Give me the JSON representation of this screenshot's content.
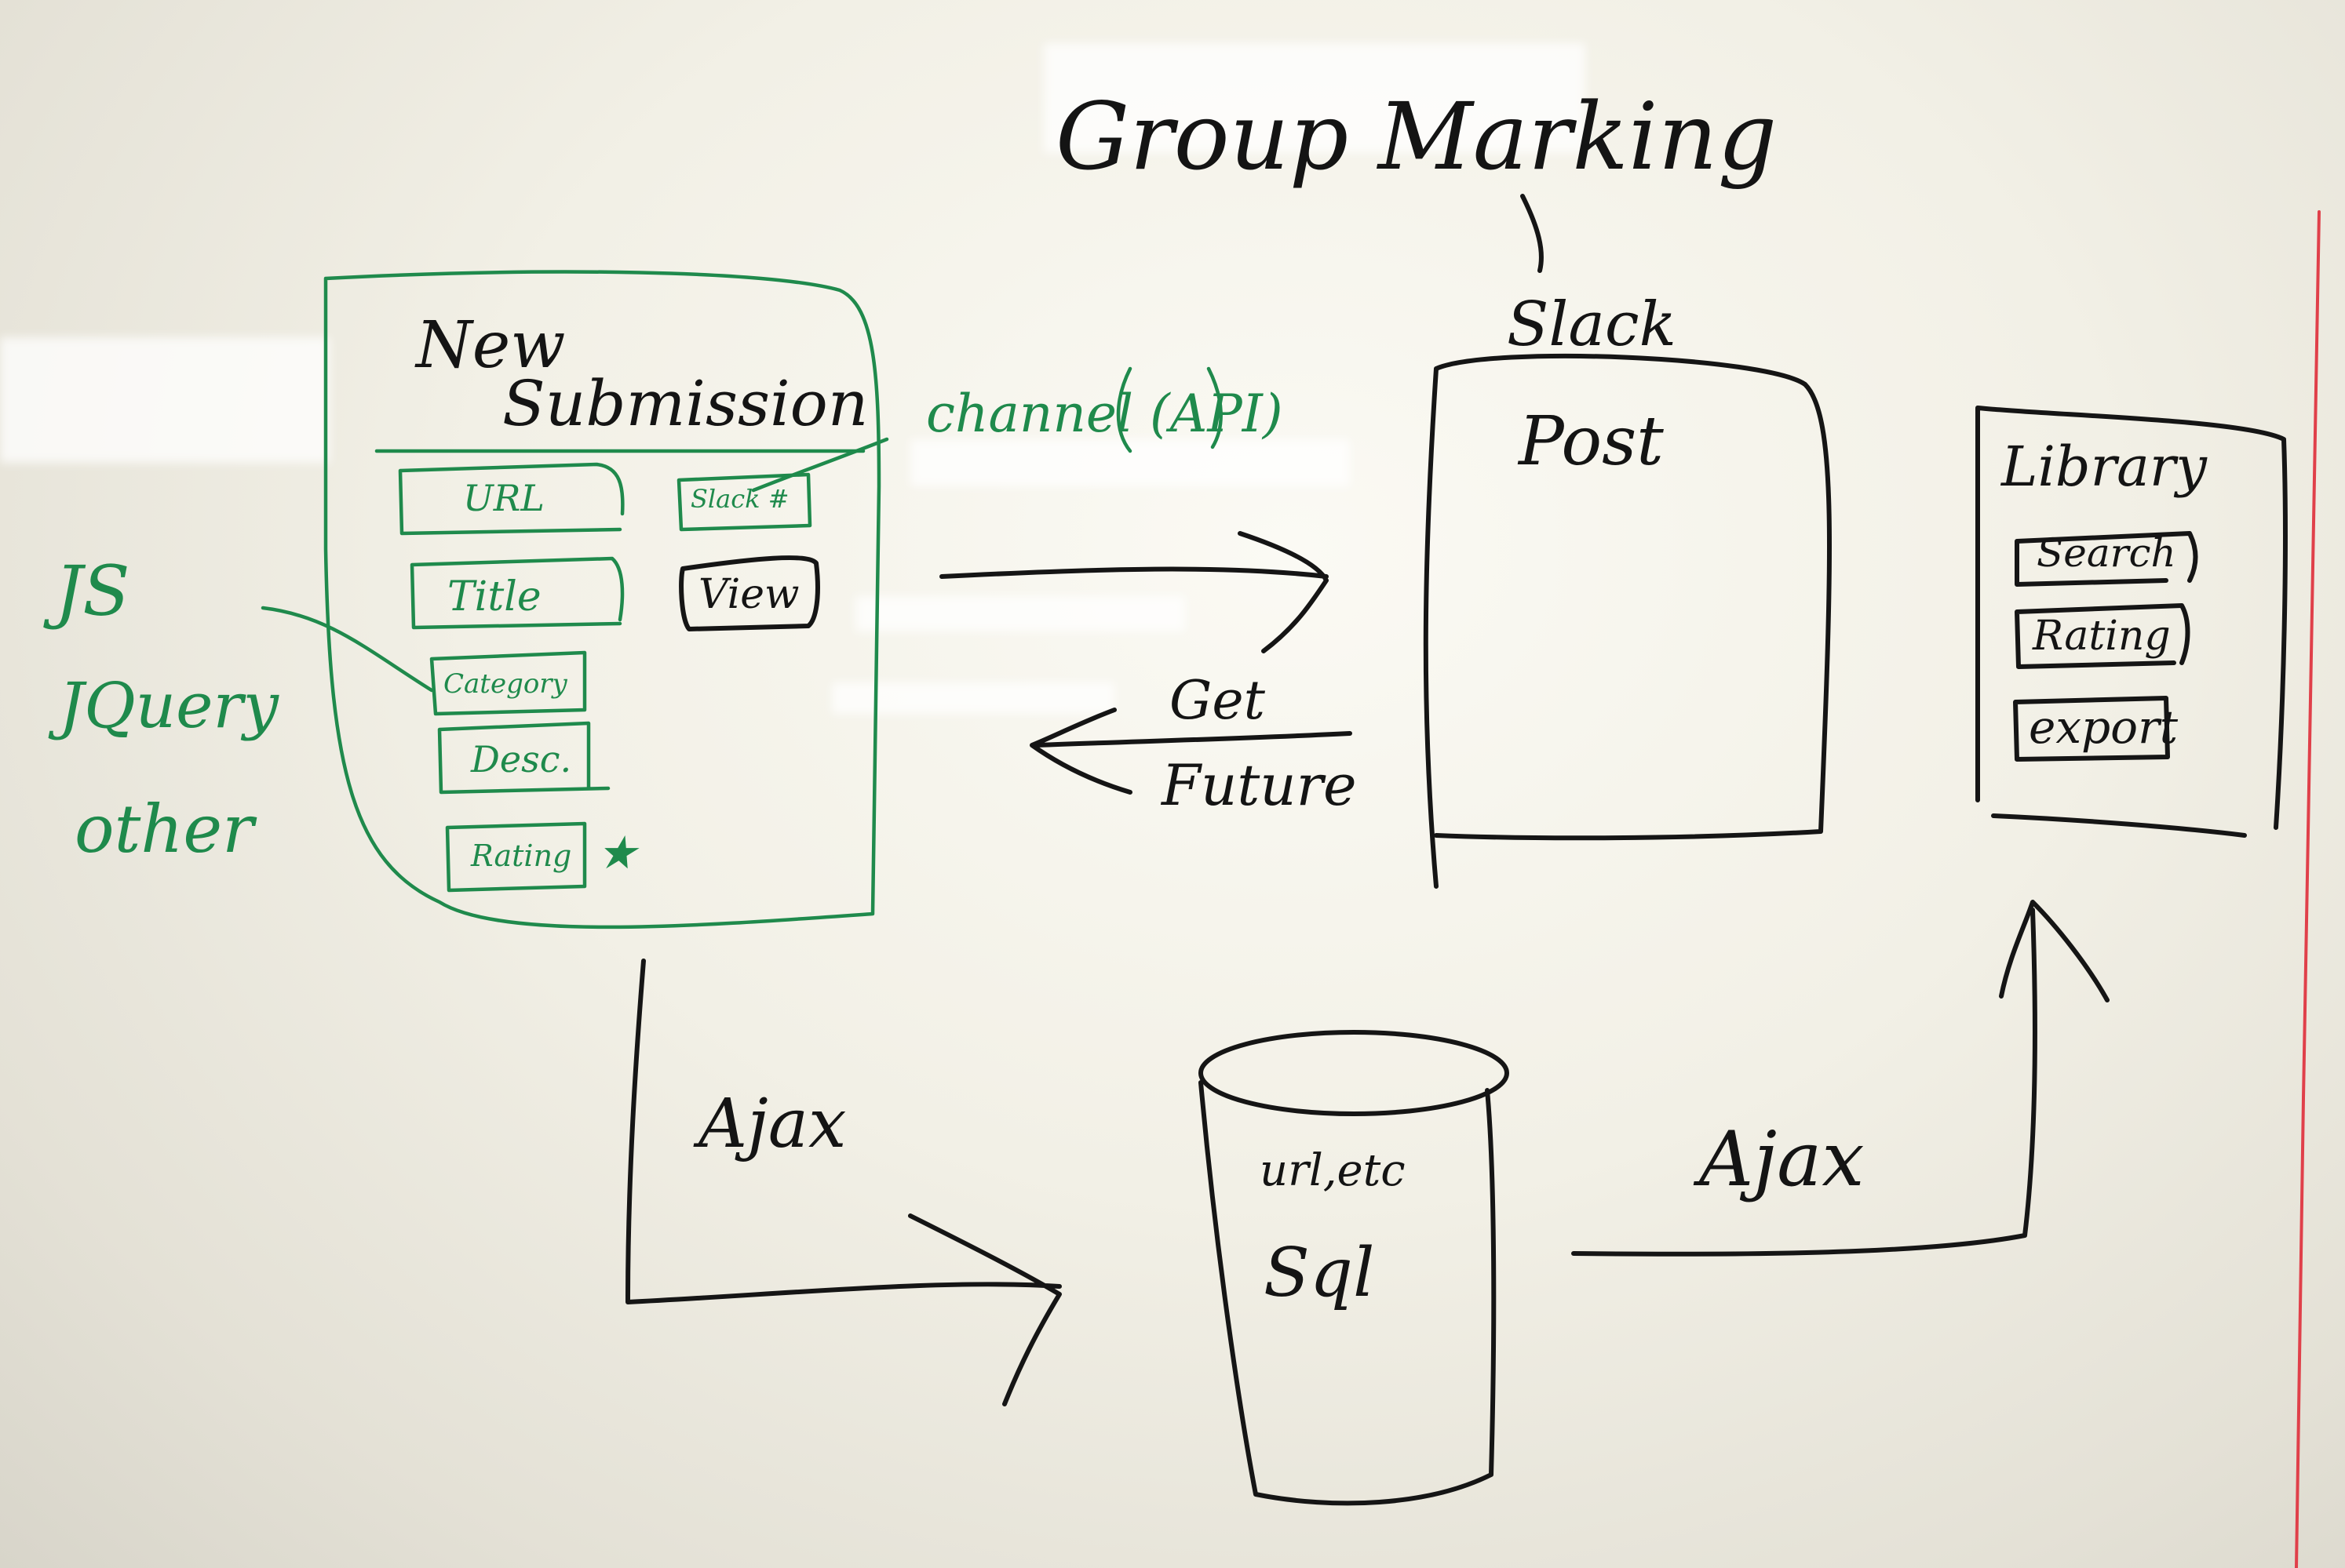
{
  "title": "Group Marking",
  "submission": {
    "heading_line1": "New",
    "heading_line2": "Submission",
    "fields": [
      "URL",
      "Title",
      "Category",
      "Desc.",
      "Rating"
    ],
    "star": "★",
    "buttons": [
      "Slack #",
      "View"
    ]
  },
  "side_notes": [
    "JS",
    "JQuery",
    "other"
  ],
  "channel_note": "channel (API)",
  "slack": {
    "label": "Slack",
    "post": "Post"
  },
  "arrows": {
    "get_line1": "Get",
    "get_line2": "Future",
    "ajax_left": "Ajax",
    "ajax_right": "Ajax"
  },
  "database": {
    "line1": "url,etc",
    "line2": "Sql"
  },
  "library": {
    "title": "Library",
    "items": [
      "Search",
      "Rating",
      "export"
    ]
  },
  "colors": {
    "black_marker": "#141414",
    "green_marker": "#1f8a4c",
    "red_margin": "#e0404a",
    "board": "#f2f0e6"
  }
}
